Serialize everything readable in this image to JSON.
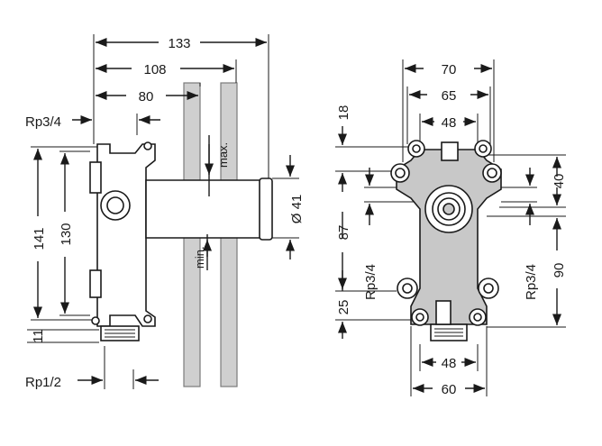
{
  "colors": {
    "ink": "#1a1a1a",
    "wall": "#cfcfcf",
    "wall_edge": "#7a7a7a",
    "body_shade": "#c8c8c8"
  },
  "side_view": {
    "dims": {
      "d133": "133",
      "d108": "108",
      "d80": "80",
      "d141": "141",
      "d130": "130",
      "d11": "11",
      "d41": "Ø 41",
      "max": "max.",
      "min": "min."
    },
    "threads": {
      "top": "Rp3/4",
      "bottom": "Rp1/2"
    }
  },
  "front_view": {
    "dims": {
      "d70": "70",
      "d65": "65",
      "d48_top": "48",
      "d18": "18",
      "d87": "87",
      "d25": "25",
      "d40": "40",
      "d90": "90",
      "d48_bottom": "48",
      "d60": "60"
    },
    "threads": {
      "left": "Rp3/4",
      "right": "Rp3/4"
    }
  }
}
